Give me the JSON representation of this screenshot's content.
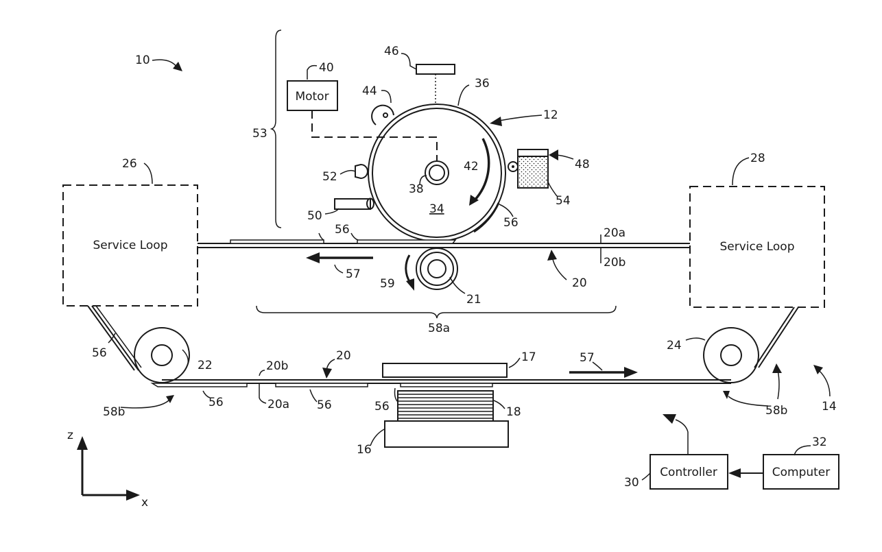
{
  "boxes": {
    "motor": "Motor",
    "service_loop_left": "Service Loop",
    "service_loop_right": "Service Loop",
    "controller": "Controller",
    "computer": "Computer"
  },
  "labels": {
    "n10": "10",
    "n12": "12",
    "n14": "14",
    "n16": "16",
    "n17": "17",
    "n18": "18",
    "n20_top": "20",
    "n20_bot": "20",
    "n20a_top": "20a",
    "n20b_top": "20b",
    "n20b_bot": "20b",
    "n20a_bot": "20a",
    "n21": "21",
    "n22": "22",
    "n24": "24",
    "n26": "26",
    "n28": "28",
    "n30": "30",
    "n32": "32",
    "n34": "34",
    "n36": "36",
    "n38": "38",
    "n40": "40",
    "n42": "42",
    "n44": "44",
    "n46": "46",
    "n48": "48",
    "n50": "50",
    "n52": "52",
    "n53": "53",
    "n54": "54",
    "n56_top": "56",
    "n56_drum": "56",
    "n56_left": "56",
    "n56_b1": "56",
    "n56_b2": "56",
    "n56_b3": "56",
    "n57_top": "57",
    "n57_bot": "57",
    "n58a": "58a",
    "n58b_left": "58b",
    "n58b_right": "58b",
    "n59": "59",
    "axis_z": "z",
    "axis_x": "x"
  }
}
